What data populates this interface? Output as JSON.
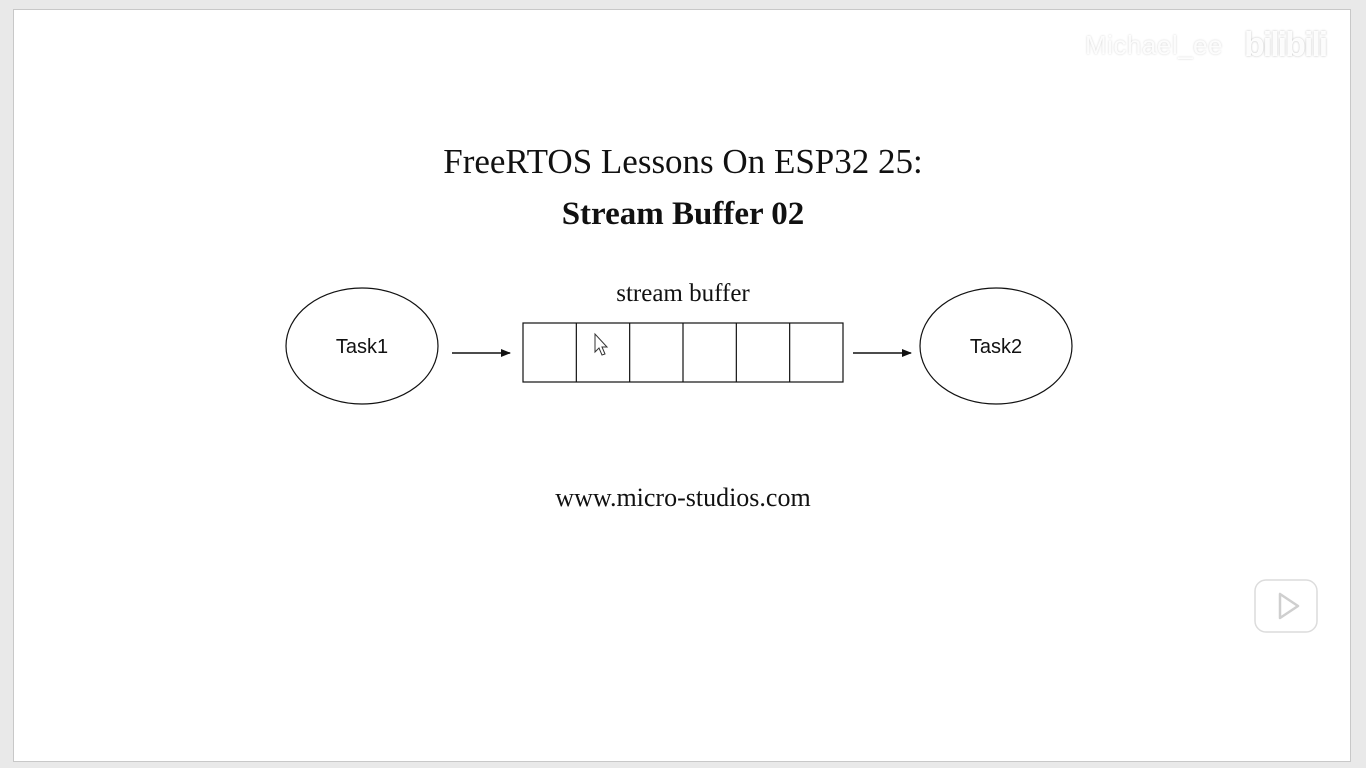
{
  "slide": {
    "title_line1": "FreeRTOS Lessons On ESP32 25:",
    "title_line2": "Stream Buffer 02",
    "buffer_label": "stream buffer",
    "website": "www.micro-studios.com"
  },
  "diagram": {
    "producer_task": "Task1",
    "consumer_task": "Task2",
    "buffer_cell_count": 6
  },
  "watermark": {
    "author": "Michael_ee",
    "logo_text": "bilibili"
  },
  "player": {
    "play_icon": "play-icon"
  },
  "colors": {
    "background": "#ffffff",
    "stroke": "#111111",
    "frame": "#e9e9e9"
  }
}
